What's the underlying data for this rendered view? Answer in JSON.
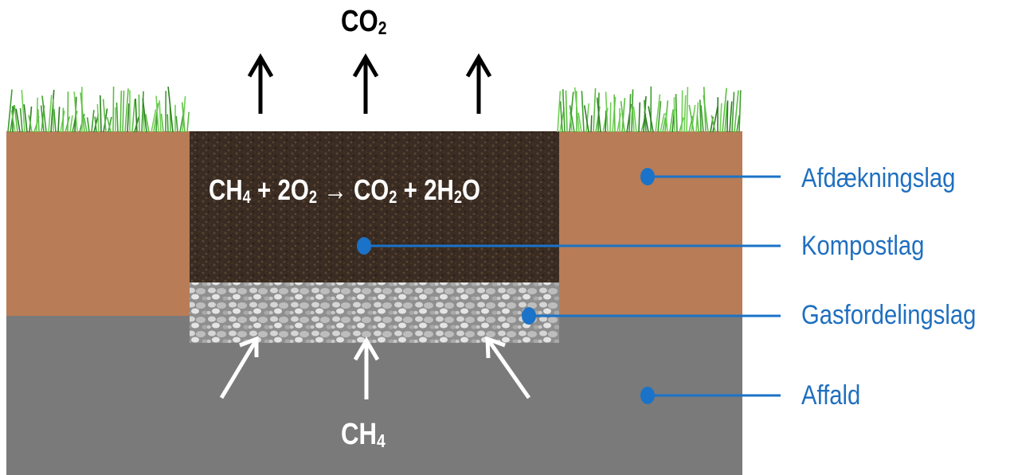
{
  "top_gas": {
    "base": "CO",
    "sub": "2"
  },
  "bottom_gas": {
    "base": "CH",
    "sub": "4"
  },
  "reaction": {
    "p1": "CH",
    "s1": "4",
    "p2": " + 2O",
    "s2": "2",
    "p3": " → CO",
    "s3": "2",
    "p4": " + 2H",
    "s4": "2",
    "p5": "O"
  },
  "layers": [
    {
      "label": "Afdækningslag"
    },
    {
      "label": "Kompostlag"
    },
    {
      "label": "Gasfordelingslag"
    },
    {
      "label": "Affald"
    }
  ],
  "colors": {
    "cover_soil": "#b87c56",
    "waste": "#7a7a7a",
    "compost": "#3a2c22",
    "gravel": "#b8b8b8",
    "grass": "#4caf3a",
    "label_blue": "#1f6fc0",
    "callout_line": "#1a73c8"
  },
  "icons": [
    "up-arrow-icon",
    "diagonal-arrow-icon",
    "callout-dot-icon"
  ]
}
